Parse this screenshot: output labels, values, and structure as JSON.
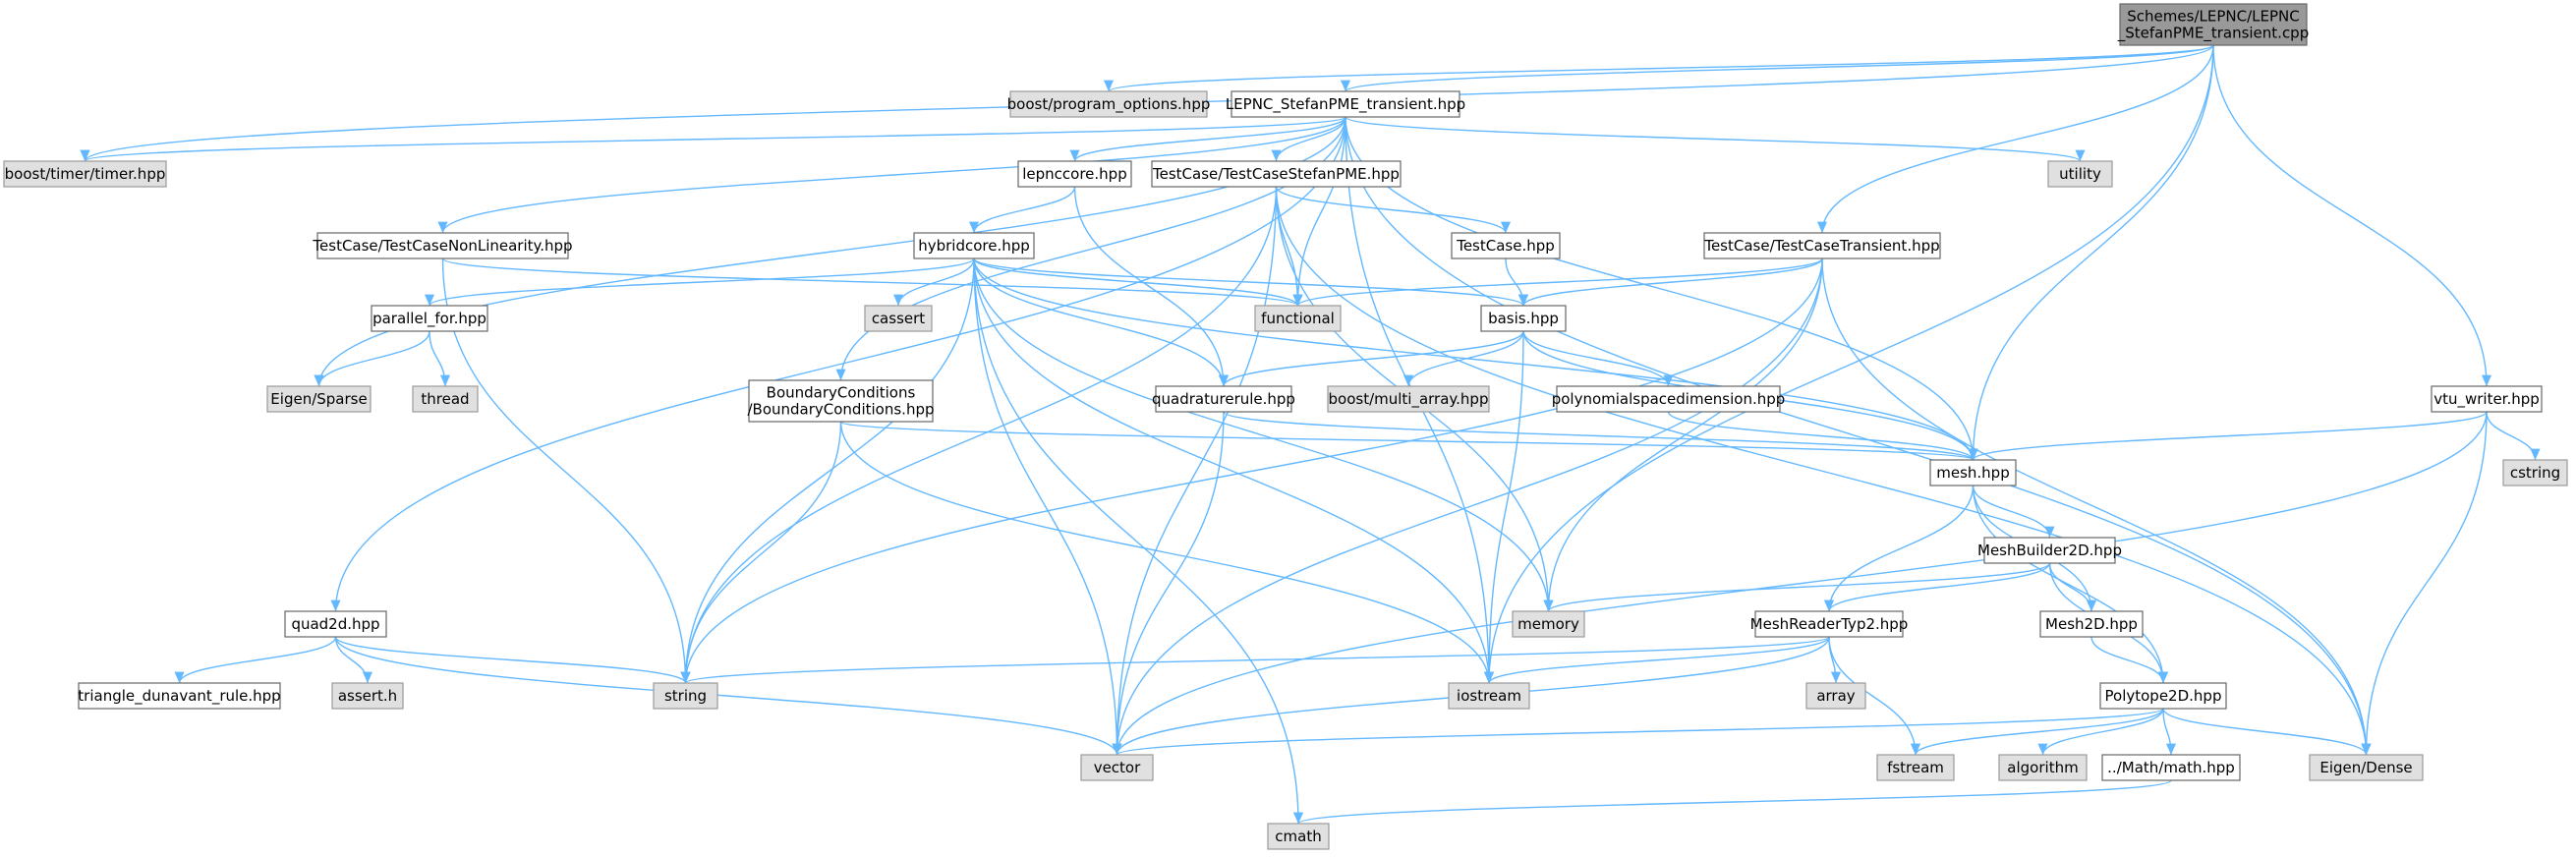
{
  "graph": {
    "edge_color": "#63b8ff",
    "file_fill": "#ffffff",
    "system_fill": "#e0e0e0",
    "root_fill": "#999999",
    "nodes": [
      {
        "id": "root",
        "label": [
          "Schemes/LEPNC/LEPNC",
          "_StefanPME_transient.cpp"
        ],
        "kind": "root"
      },
      {
        "id": "boost_po",
        "label": [
          "boost/program_options.hpp"
        ],
        "kind": "system"
      },
      {
        "id": "lepnc",
        "label": [
          "LEPNC_StefanPME_transient.hpp"
        ],
        "kind": "file"
      },
      {
        "id": "timer",
        "label": [
          "boost/timer/timer.hpp"
        ],
        "kind": "system"
      },
      {
        "id": "utility",
        "label": [
          "utility"
        ],
        "kind": "system"
      },
      {
        "id": "lepnccore",
        "label": [
          "lepnccore.hpp"
        ],
        "kind": "file"
      },
      {
        "id": "tcstefan",
        "label": [
          "TestCase/TestCaseStefanPME.hpp"
        ],
        "kind": "file"
      },
      {
        "id": "tcnonlin",
        "label": [
          "TestCase/TestCaseNonLinearity.hpp"
        ],
        "kind": "file"
      },
      {
        "id": "hybridcore",
        "label": [
          "hybridcore.hpp"
        ],
        "kind": "file"
      },
      {
        "id": "testcase",
        "label": [
          "TestCase.hpp"
        ],
        "kind": "file"
      },
      {
        "id": "tctransient",
        "label": [
          "TestCase/TestCaseTransient.hpp"
        ],
        "kind": "file"
      },
      {
        "id": "cassert",
        "label": [
          "cassert"
        ],
        "kind": "system"
      },
      {
        "id": "functional",
        "label": [
          "functional"
        ],
        "kind": "system"
      },
      {
        "id": "parallel",
        "label": [
          "parallel_for.hpp"
        ],
        "kind": "file"
      },
      {
        "id": "basis",
        "label": [
          "basis.hpp"
        ],
        "kind": "file"
      },
      {
        "id": "eigen_sparse",
        "label": [
          "Eigen/Sparse"
        ],
        "kind": "system"
      },
      {
        "id": "thread",
        "label": [
          "thread"
        ],
        "kind": "system"
      },
      {
        "id": "bc",
        "label": [
          "BoundaryConditions",
          "/BoundaryConditions.hpp"
        ],
        "kind": "file"
      },
      {
        "id": "quadrule",
        "label": [
          "quadraturerule.hpp"
        ],
        "kind": "file"
      },
      {
        "id": "multiarray",
        "label": [
          "boost/multi_array.hpp"
        ],
        "kind": "system"
      },
      {
        "id": "polydim",
        "label": [
          "polynomialspacedimension.hpp"
        ],
        "kind": "file"
      },
      {
        "id": "vtu",
        "label": [
          "vtu_writer.hpp"
        ],
        "kind": "file"
      },
      {
        "id": "cstring",
        "label": [
          "cstring"
        ],
        "kind": "system"
      },
      {
        "id": "mesh",
        "label": [
          "mesh.hpp"
        ],
        "kind": "file"
      },
      {
        "id": "meshbuilder",
        "label": [
          "MeshBuilder2D.hpp"
        ],
        "kind": "file"
      },
      {
        "id": "quad2d",
        "label": [
          "quad2d.hpp"
        ],
        "kind": "file"
      },
      {
        "id": "memory",
        "label": [
          "memory"
        ],
        "kind": "system"
      },
      {
        "id": "meshreader",
        "label": [
          "MeshReaderTyp2.hpp"
        ],
        "kind": "file"
      },
      {
        "id": "mesh2d",
        "label": [
          "Mesh2D.hpp"
        ],
        "kind": "file"
      },
      {
        "id": "triangle",
        "label": [
          "triangle_dunavant_rule.hpp"
        ],
        "kind": "file"
      },
      {
        "id": "asserth",
        "label": [
          "assert.h"
        ],
        "kind": "system"
      },
      {
        "id": "string",
        "label": [
          "string"
        ],
        "kind": "system"
      },
      {
        "id": "iostream",
        "label": [
          "iostream"
        ],
        "kind": "system"
      },
      {
        "id": "array",
        "label": [
          "array"
        ],
        "kind": "system"
      },
      {
        "id": "polytope",
        "label": [
          "Polytope2D.hpp"
        ],
        "kind": "file"
      },
      {
        "id": "vector",
        "label": [
          "vector"
        ],
        "kind": "system"
      },
      {
        "id": "fstream",
        "label": [
          "fstream"
        ],
        "kind": "system"
      },
      {
        "id": "algorithm",
        "label": [
          "algorithm"
        ],
        "kind": "system"
      },
      {
        "id": "mathhpp",
        "label": [
          "../Math/math.hpp"
        ],
        "kind": "file"
      },
      {
        "id": "eigen_dense",
        "label": [
          "Eigen/Dense"
        ],
        "kind": "system"
      },
      {
        "id": "cmath",
        "label": [
          "cmath"
        ],
        "kind": "system"
      }
    ],
    "edges": [
      [
        "root",
        "boost_po"
      ],
      [
        "root",
        "lepnc"
      ],
      [
        "root",
        "timer"
      ],
      [
        "root",
        "tctransient"
      ],
      [
        "root",
        "mesh"
      ],
      [
        "root",
        "iostream"
      ],
      [
        "root",
        "vtu"
      ],
      [
        "lepnc",
        "timer"
      ],
      [
        "lepnc",
        "utility"
      ],
      [
        "lepnc",
        "lepnccore"
      ],
      [
        "lepnc",
        "tcstefan"
      ],
      [
        "lepnc",
        "tcnonlin"
      ],
      [
        "lepnc",
        "eigen_sparse"
      ],
      [
        "lepnc",
        "functional"
      ],
      [
        "lepnc",
        "bc"
      ],
      [
        "lepnc",
        "quad2d"
      ],
      [
        "lepnc",
        "mesh"
      ],
      [
        "lepnc",
        "iostream"
      ],
      [
        "lepnc",
        "eigen_dense"
      ],
      [
        "lepnccore",
        "hybridcore"
      ],
      [
        "lepnccore",
        "quadrule"
      ],
      [
        "tcstefan",
        "testcase"
      ],
      [
        "tcstefan",
        "functional"
      ],
      [
        "tcstefan",
        "string"
      ],
      [
        "tcstefan",
        "vector"
      ],
      [
        "tcstefan",
        "memory"
      ],
      [
        "tcstefan",
        "eigen_dense"
      ],
      [
        "tcnonlin",
        "functional"
      ],
      [
        "tcnonlin",
        "string"
      ],
      [
        "hybridcore",
        "cassert"
      ],
      [
        "hybridcore",
        "functional"
      ],
      [
        "hybridcore",
        "parallel"
      ],
      [
        "hybridcore",
        "basis"
      ],
      [
        "hybridcore",
        "quadrule"
      ],
      [
        "hybridcore",
        "mesh"
      ],
      [
        "hybridcore",
        "string"
      ],
      [
        "hybridcore",
        "vector"
      ],
      [
        "hybridcore",
        "memory"
      ],
      [
        "hybridcore",
        "iostream"
      ],
      [
        "hybridcore",
        "cmath"
      ],
      [
        "testcase",
        "basis"
      ],
      [
        "tctransient",
        "functional"
      ],
      [
        "tctransient",
        "basis"
      ],
      [
        "tctransient",
        "string"
      ],
      [
        "tctransient",
        "memory"
      ],
      [
        "tctransient",
        "vector"
      ],
      [
        "tctransient",
        "eigen_dense"
      ],
      [
        "parallel",
        "eigen_sparse"
      ],
      [
        "parallel",
        "thread"
      ],
      [
        "basis",
        "multiarray"
      ],
      [
        "basis",
        "quadrule"
      ],
      [
        "basis",
        "polydim"
      ],
      [
        "basis",
        "mesh"
      ],
      [
        "basis",
        "iostream"
      ],
      [
        "bc",
        "mesh"
      ],
      [
        "bc",
        "string"
      ],
      [
        "bc",
        "iostream"
      ],
      [
        "quadrule",
        "mesh"
      ],
      [
        "quadrule",
        "vector"
      ],
      [
        "polydim",
        "mesh"
      ],
      [
        "vtu",
        "cstring"
      ],
      [
        "vtu",
        "mesh"
      ],
      [
        "vtu",
        "vector"
      ],
      [
        "vtu",
        "eigen_dense"
      ],
      [
        "mesh",
        "meshbuilder"
      ],
      [
        "mesh",
        "meshreader"
      ],
      [
        "mesh",
        "mesh2d"
      ],
      [
        "mesh",
        "polytope"
      ],
      [
        "meshbuilder",
        "memory"
      ],
      [
        "meshbuilder",
        "meshreader"
      ],
      [
        "meshbuilder",
        "mesh2d"
      ],
      [
        "meshbuilder",
        "polytope"
      ],
      [
        "meshreader",
        "string"
      ],
      [
        "meshreader",
        "iostream"
      ],
      [
        "meshreader",
        "array"
      ],
      [
        "meshreader",
        "fstream"
      ],
      [
        "meshreader",
        "vector"
      ],
      [
        "mesh2d",
        "polytope"
      ],
      [
        "quad2d",
        "triangle"
      ],
      [
        "quad2d",
        "asserth"
      ],
      [
        "quad2d",
        "string"
      ],
      [
        "quad2d",
        "vector"
      ],
      [
        "polytope",
        "vector"
      ],
      [
        "polytope",
        "fstream"
      ],
      [
        "polytope",
        "algorithm"
      ],
      [
        "polytope",
        "mathhpp"
      ],
      [
        "polytope",
        "eigen_dense"
      ],
      [
        "mathhpp",
        "cmath"
      ]
    ]
  }
}
